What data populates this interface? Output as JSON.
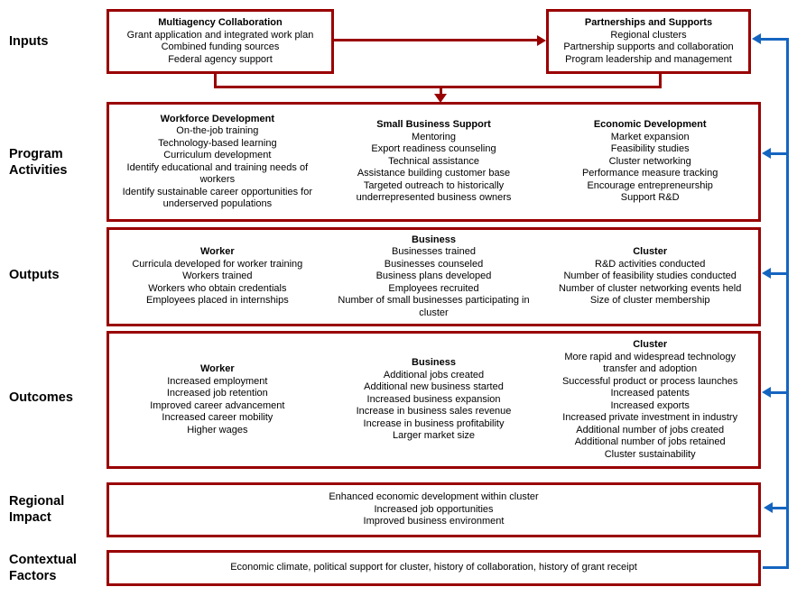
{
  "colors": {
    "box_border": "#990000",
    "red_connector": "#990000",
    "blue_feedback": "#1565c0"
  },
  "labels": {
    "inputs": "Inputs",
    "program_activities": "Program Activities",
    "outputs": "Outputs",
    "outcomes": "Outcomes",
    "regional_impact": "Regional Impact",
    "contextual_factors": "Contextual Factors"
  },
  "inputs": {
    "multiagency": {
      "title": "Multiagency Collaboration",
      "items": [
        "Grant application and integrated work plan",
        "Combined funding sources",
        "Federal agency support"
      ]
    },
    "partnerships": {
      "title": "Partnerships and Supports",
      "items": [
        "Regional clusters",
        "Partnership supports and collaboration",
        "Program leadership and management"
      ]
    }
  },
  "program_activities": {
    "workforce": {
      "title": "Workforce Development",
      "items": [
        "On-the-job training",
        "Technology-based learning",
        "Curriculum development",
        "Identify educational and training needs of workers",
        "Identify sustainable career opportunities for underserved populations"
      ]
    },
    "small_business": {
      "title": "Small Business Support",
      "items": [
        "Mentoring",
        "Export readiness counseling",
        "Technical assistance",
        "Assistance building customer base",
        "Targeted outreach to historically underrepresented business owners"
      ]
    },
    "economic": {
      "title": "Economic Development",
      "items": [
        "Market expansion",
        "Feasibility studies",
        "Cluster networking",
        "Performance measure tracking",
        "Encourage entrepreneurship",
        "Support R&D"
      ]
    }
  },
  "outputs": {
    "worker": {
      "title": "Worker",
      "items": [
        "Curricula developed for worker training",
        "Workers trained",
        "Workers who obtain credentials",
        "Employees placed in internships"
      ]
    },
    "business": {
      "title": "Business",
      "items": [
        "Businesses trained",
        "Businesses counseled",
        "Business plans developed",
        "Employees recruited",
        "Number of small businesses participating in cluster"
      ]
    },
    "cluster": {
      "title": "Cluster",
      "items": [
        "R&D activities conducted",
        "Number of feasibility studies conducted",
        "Number of cluster networking events held",
        "Size of cluster membership"
      ]
    }
  },
  "outcomes": {
    "worker": {
      "title": "Worker",
      "items": [
        "Increased employment",
        "Increased job retention",
        "Improved career advancement",
        "Increased career mobility",
        "Higher wages"
      ]
    },
    "business": {
      "title": "Business",
      "items": [
        "Additional jobs created",
        "Additional new business started",
        "Increased business expansion",
        "Increase in business sales revenue",
        "Increase in business profitability",
        "Larger market size"
      ]
    },
    "cluster": {
      "title": "Cluster",
      "items": [
        "More rapid and widespread technology transfer and adoption",
        "Successful product or process launches",
        "Increased patents",
        "Increased exports",
        "Increased private investment in industry",
        "Additional number of jobs created",
        "Additional number of jobs retained",
        "Cluster sustainability"
      ]
    }
  },
  "regional_impact": {
    "items": [
      "Enhanced economic development within cluster",
      "Increased job opportunities",
      "Improved business environment"
    ]
  },
  "contextual_factors": {
    "text": "Economic climate, political support for cluster, history of collaboration, history of grant receipt"
  }
}
